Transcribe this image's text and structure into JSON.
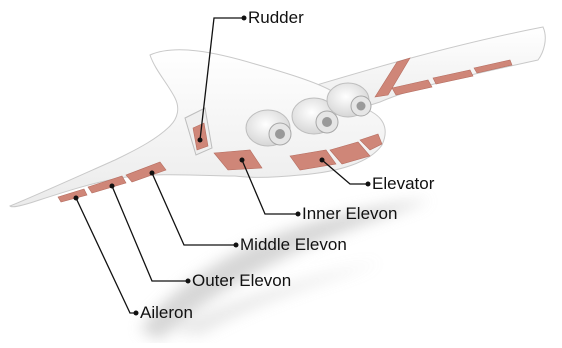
{
  "colors": {
    "airframe": "#f7f7f7",
    "outline": "#c9c9c9",
    "control_surface": "#cf8678",
    "shadow": "#d0d0d0",
    "leader_line": "#111111"
  },
  "labels": {
    "rudder": "Rudder",
    "elevator": "Elevator",
    "inner_elevon": "Inner Elevon",
    "middle_elevon": "Middle Elevon",
    "outer_elevon": "Outer Elevon",
    "aileron": "Aileron"
  }
}
